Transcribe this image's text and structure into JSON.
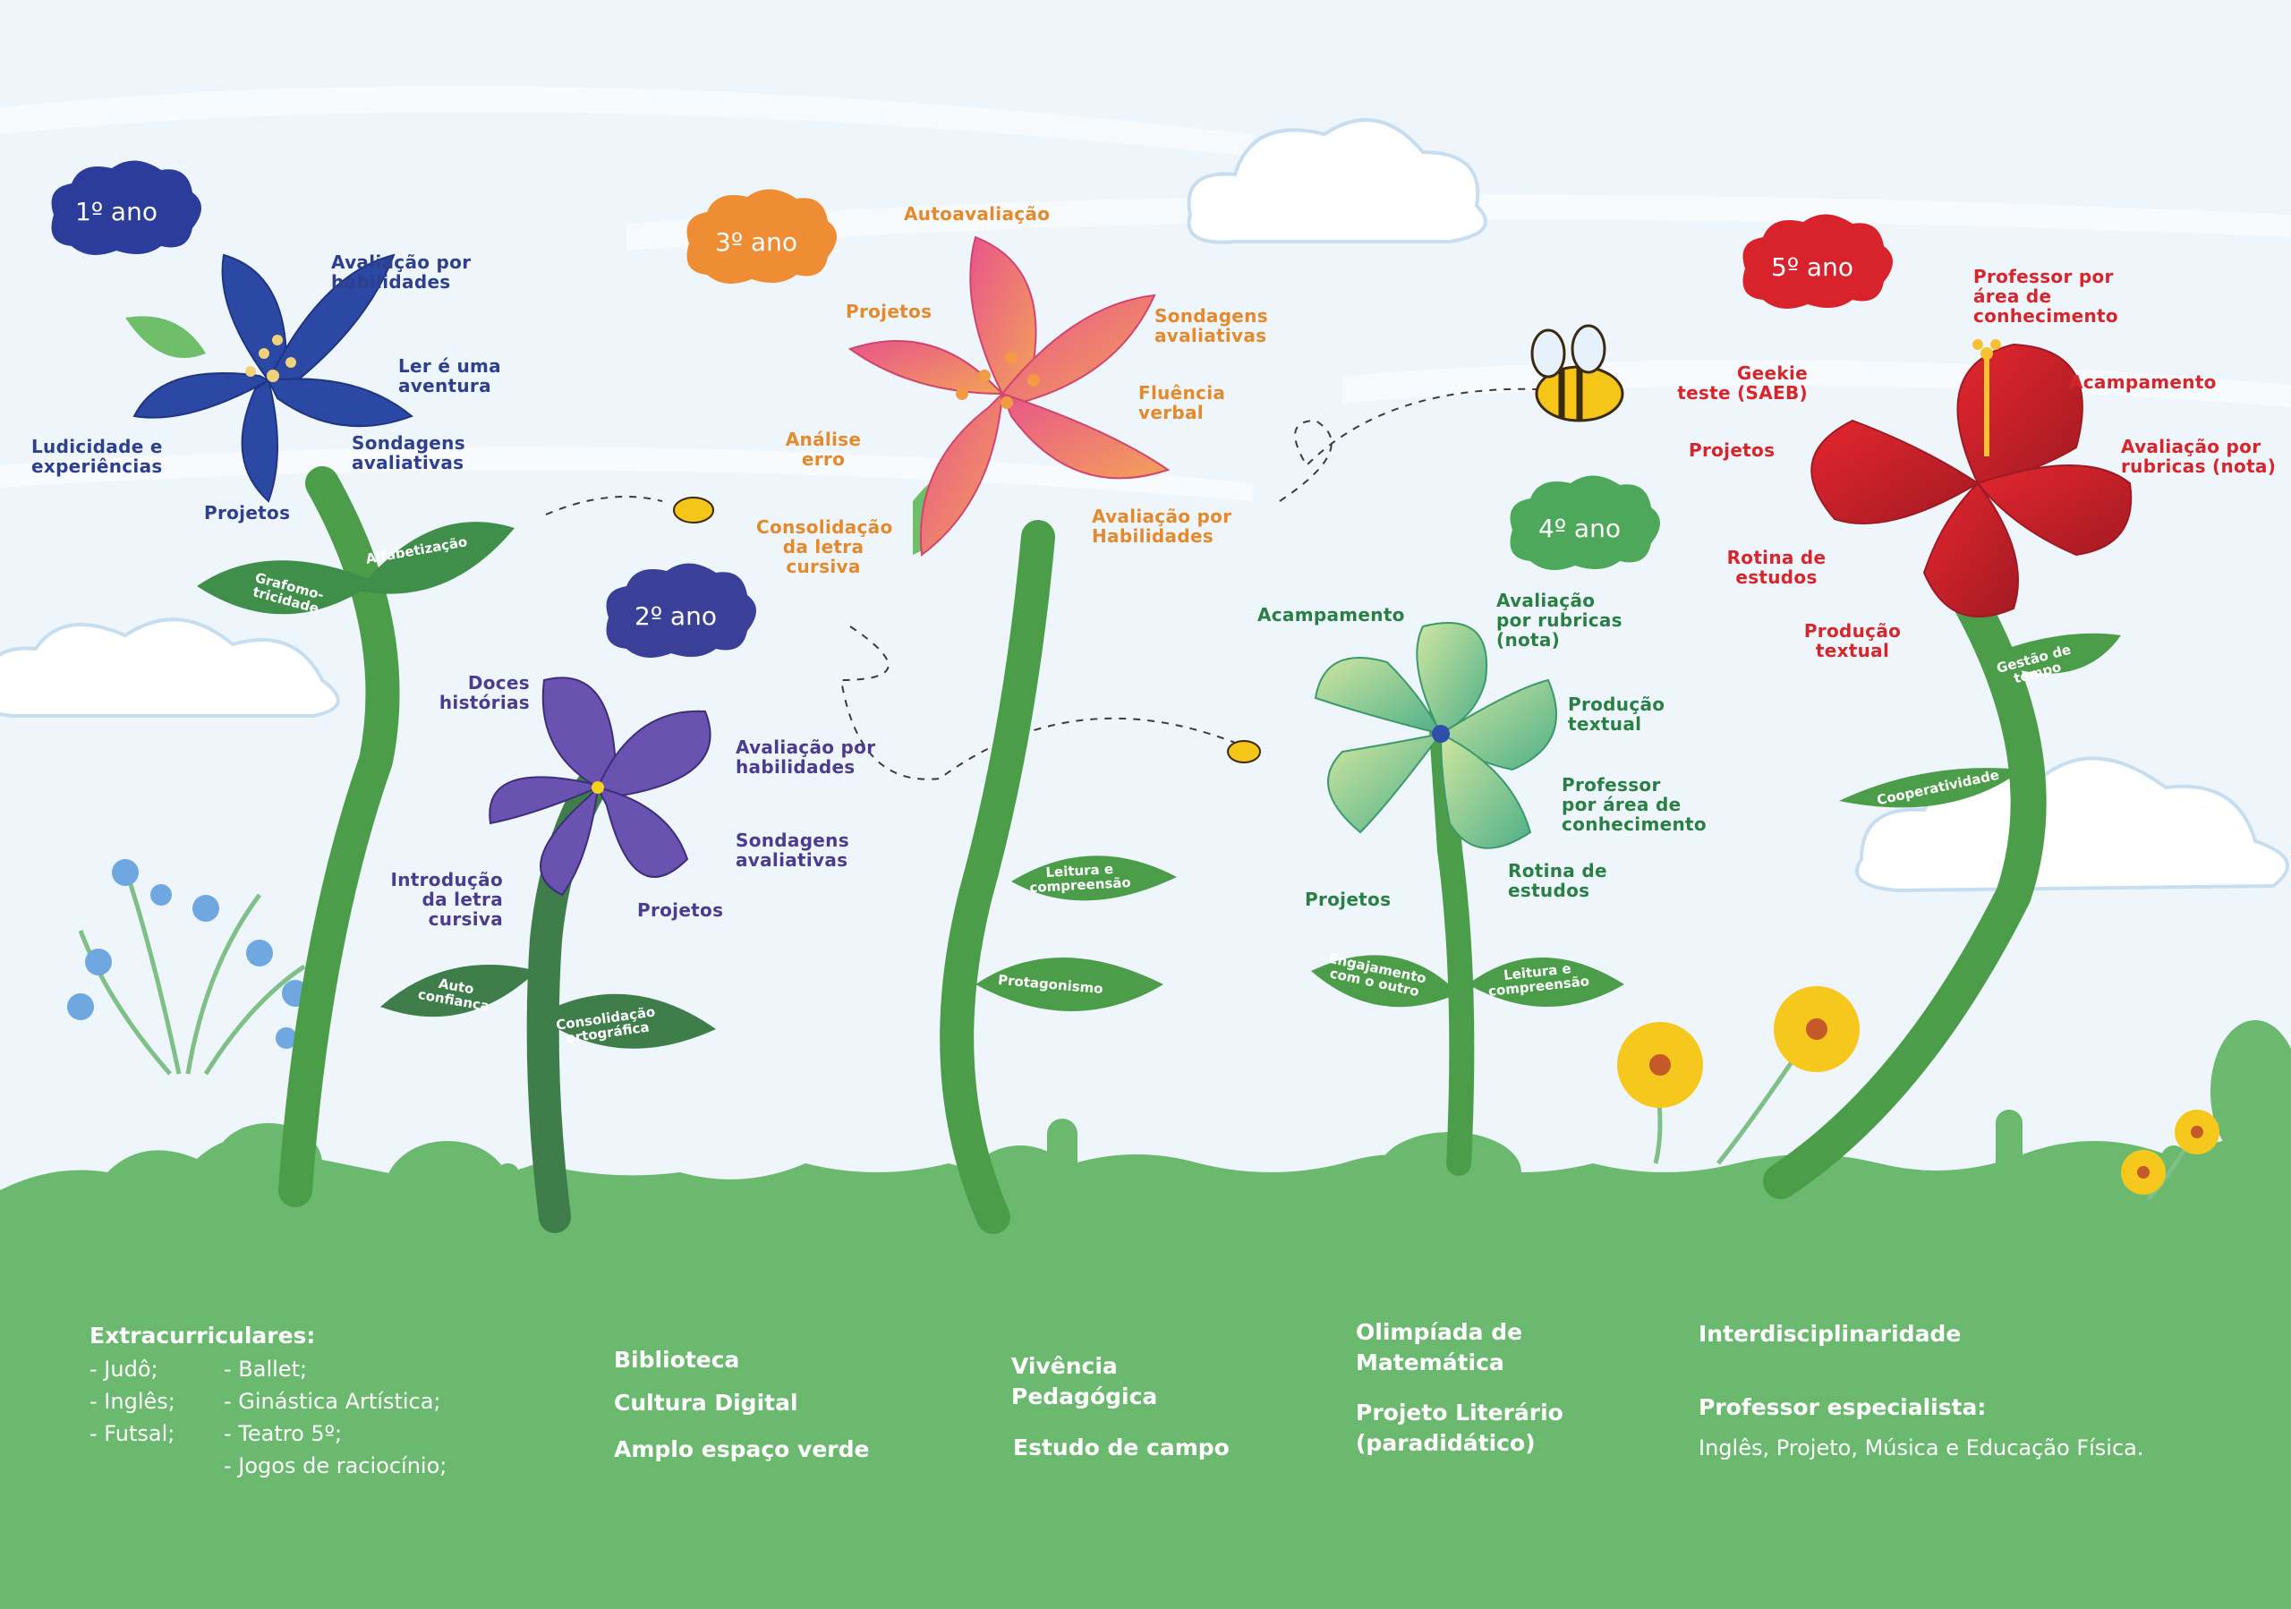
{
  "colors": {
    "sky": "#eef5fb",
    "grass": "#6ab96f",
    "stem": "#4c9d4a",
    "navy": "#2f3f8f",
    "orange": "#e58a2c",
    "green": "#2a7f45",
    "red": "#d7262b",
    "purple": "#4b3c8f"
  },
  "grades": {
    "g1": {
      "badge": "1º ano",
      "labels": [
        "Avaliação por\nhabilidades",
        "Ler é uma\naventura",
        "Sondagens\navaliativas",
        "Ludicidade e\nexperiências",
        "Projetos"
      ],
      "leaves": [
        "Alfabetização",
        "Grafomo-\ntricidade"
      ]
    },
    "g2": {
      "badge": "2º ano",
      "labels": [
        "Doces\nhistórias",
        "Avaliação por\nhabilidades",
        "Sondagens\navaliativas",
        "Introdução\nda letra\ncursiva",
        "Projetos"
      ],
      "leaves": [
        "Auto\nconfiança",
        "Consolidação\nortográfica"
      ]
    },
    "g3": {
      "badge": "3º ano",
      "labels": [
        "Autoavaliação",
        "Projetos",
        "Sondagens\navaliativas",
        "Fluência\nverbal",
        "Análise\nerro",
        "Consolidação\nda letra\ncursiva",
        "Avaliação por\nHabilidades"
      ],
      "leaves": [
        "Leitura e\ncompreensão",
        "Protagonismo"
      ]
    },
    "g4": {
      "badge": "4º ano",
      "labels": [
        "Acampamento",
        "Avaliação\npor rubricas\n(nota)",
        "Produção\ntextual",
        "Professor\npor área de\nconhecimento",
        "Rotina de\nestudos",
        "Projetos"
      ],
      "leaves": [
        "Engajamento\ncom o outro",
        "Leitura e\ncompreensão"
      ]
    },
    "g5": {
      "badge": "5º ano",
      "labels": [
        "Professor por\nárea de\nconhecimento",
        "Geekie\nteste (SAEB)",
        "Acampamento",
        "Projetos",
        "Avaliação por\nrubricas (nota)",
        "Rotina de\nestudos",
        "Produção\ntextual"
      ],
      "leaves": [
        "Gestão de\ntempo",
        "Cooperatividade"
      ]
    }
  },
  "footer": {
    "extracurricular_title": "Extracurriculares:",
    "extra_col1": "- Judô;\n- Inglês;\n- Futsal;",
    "extra_col2": "- Ballet;\n- Ginástica Artística;\n- Teatro 5º;\n- Jogos de raciocínio;",
    "col2": [
      "Biblioteca",
      "Cultura Digital",
      "Amplo espaço verde"
    ],
    "col3": [
      "Vivência\nPedagógica",
      "Estudo de campo"
    ],
    "col4": [
      "Olimpíada de\nMatemática",
      "Projeto Literário\n(paradidático)"
    ],
    "col5_title": "Interdisciplinaridade",
    "col5_sub": "Professor especialista:",
    "col5_text": "Inglês, Projeto, Música e Educação Física."
  }
}
